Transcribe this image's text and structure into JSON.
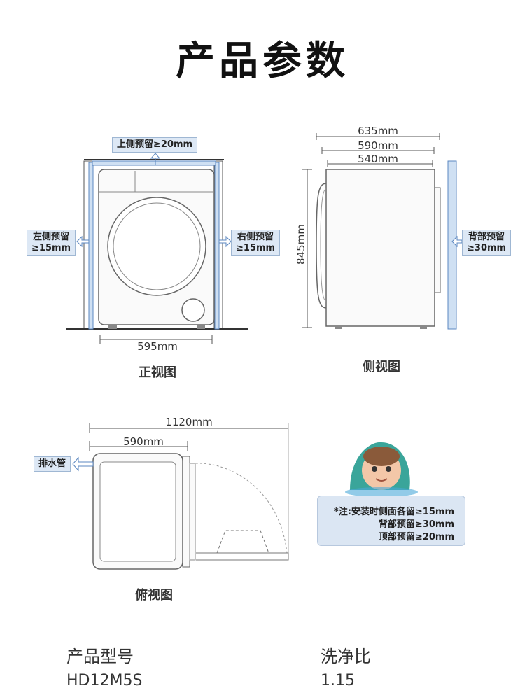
{
  "title": "产品参数",
  "front_view": {
    "caption": "正视图",
    "top_clearance": "上侧预留≥20mm",
    "left_clearance_line1": "左侧预留",
    "left_clearance_line2": "≥15mm",
    "right_clearance_line1": "右侧预留",
    "right_clearance_line2": "≥15mm",
    "width": "595mm"
  },
  "side_view": {
    "caption": "侧视图",
    "depth_1": "635mm",
    "depth_2": "590mm",
    "depth_3": "540mm",
    "height": "845mm",
    "back_clearance_line1": "背部预留",
    "back_clearance_line2": "≥30mm"
  },
  "top_view": {
    "caption": "俯视图",
    "door_open_depth": "1120mm",
    "body_depth": "590mm",
    "drain_label": "排水管"
  },
  "note": {
    "line1": "*注:安装时侧面各留≥15mm",
    "line2": "背部预留≥30mm",
    "line3": "顶部预留≥20mm"
  },
  "specs": {
    "model_label": "产品型号",
    "model_value": "HD12M5S",
    "ratio_label": "洗净比",
    "ratio_value": "1.15"
  }
}
